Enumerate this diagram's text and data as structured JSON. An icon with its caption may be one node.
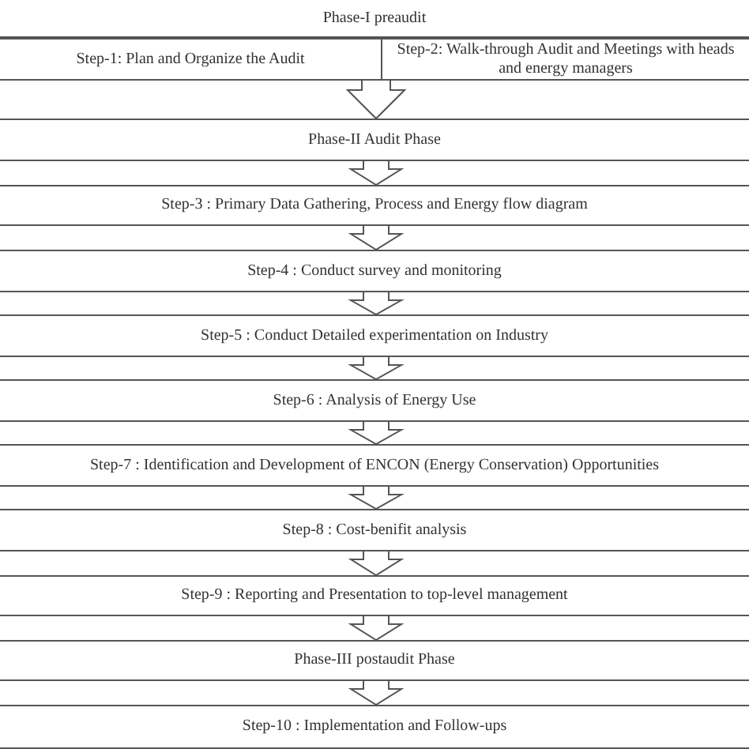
{
  "diagram": {
    "nodes": [
      {
        "text": [
          "Phase-I preaudit"
        ]
      },
      {
        "text": [
          "Step-1: Plan and Organize the Audit"
        ]
      },
      {
        "text": [
          "Step-2: Walk-through Audit and Meetings with heads and energy managers"
        ]
      },
      {
        "text": [
          "Phase-II Audit Phase"
        ]
      },
      {
        "text": [
          "Step-3 : Primary Data Gathering, Process and Energy flow diagram"
        ]
      },
      {
        "text": [
          "Step-4 : Conduct survey and monitoring"
        ]
      },
      {
        "text": [
          "Step-5 : Conduct Detailed experimentation on Industry"
        ]
      },
      {
        "text": [
          "Step-6 : Analysis of Energy Use"
        ]
      },
      {
        "text": [
          "Step-7 : Identification and Development of ENCON (Energy Conservation) Opportunities"
        ]
      },
      {
        "text": [
          "Step-8 : Cost-benifit analysis"
        ]
      },
      {
        "text": [
          "Step-9 : Reporting and Presentation to top-level management"
        ]
      },
      {
        "text": [
          "Phase-III postaudit Phase"
        ]
      },
      {
        "text": [
          "Step-10 : Implementation and Follow-ups"
        ]
      }
    ],
    "edges": [
      {
        "from": 1,
        "to": 3,
        "arrow": "to"
      },
      {
        "from": 2,
        "to": 3,
        "arrow": "to"
      },
      {
        "from": 3,
        "to": 4,
        "arrow": "to"
      },
      {
        "from": 4,
        "to": 5,
        "arrow": "to"
      },
      {
        "from": 5,
        "to": 6,
        "arrow": "to"
      },
      {
        "from": 6,
        "to": 7,
        "arrow": "to"
      },
      {
        "from": 7,
        "to": 8,
        "arrow": "to"
      },
      {
        "from": 8,
        "to": 9,
        "arrow": "to"
      },
      {
        "from": 9,
        "to": 10,
        "arrow": "to"
      },
      {
        "from": 10,
        "to": 11,
        "arrow": "to"
      },
      {
        "from": 11,
        "to": 12,
        "arrow": "to"
      }
    ]
  }
}
